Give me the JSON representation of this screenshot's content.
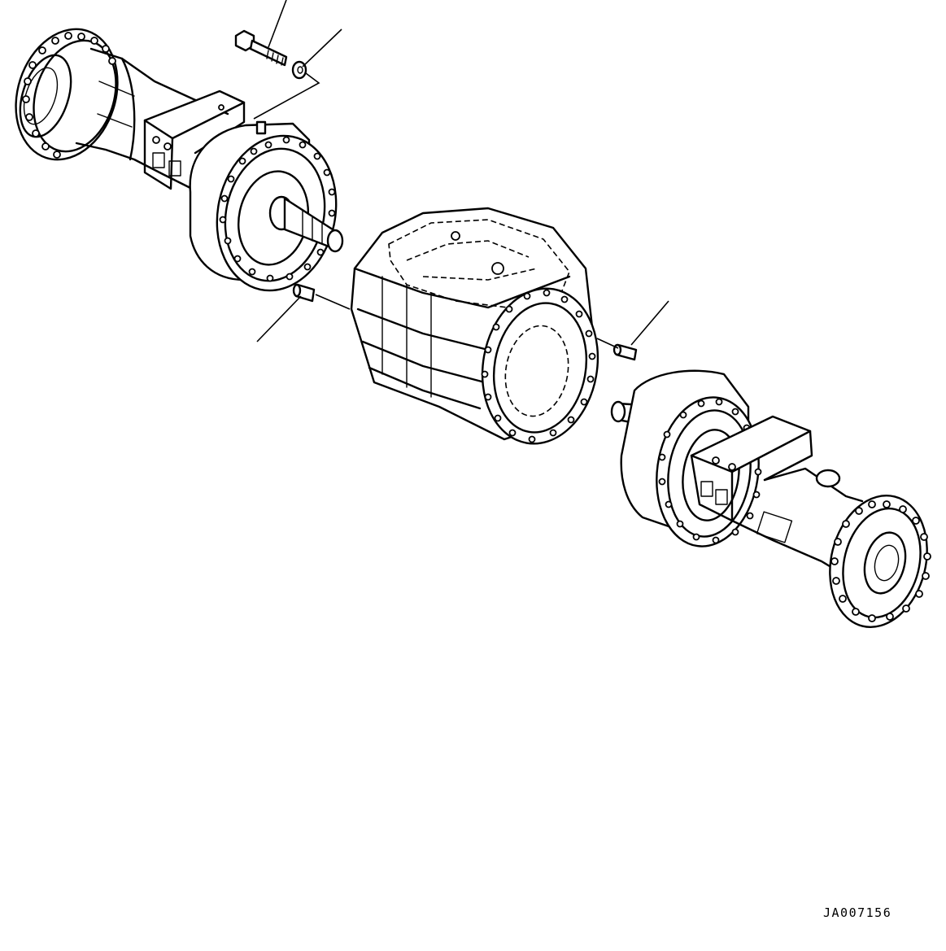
{
  "drawing": {
    "code": "JA007156",
    "parts": [
      {
        "name": "front-axle-assembly",
        "kind": "axle"
      },
      {
        "name": "transfer-gear-case",
        "kind": "housing"
      },
      {
        "name": "rear-axle-assembly",
        "kind": "axle"
      },
      {
        "name": "bolt",
        "kind": "fastener"
      },
      {
        "name": "washer",
        "kind": "fastener"
      },
      {
        "name": "dowel-pin-left",
        "kind": "pin"
      },
      {
        "name": "dowel-pin-right",
        "kind": "pin"
      }
    ]
  }
}
